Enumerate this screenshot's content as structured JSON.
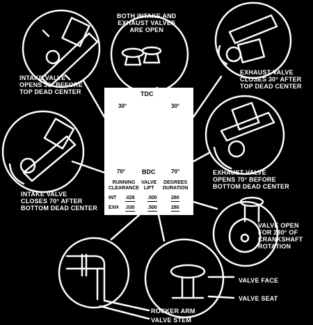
{
  "colors": {
    "background": "#000000",
    "ink": "#ffffff",
    "panel": "#ffffff",
    "panel_ink": "#000000"
  },
  "labels": {
    "both_open": "BOTH INTAKE AND\nEXHAUST VALVES\nARE OPEN",
    "intake_opens": "INTAKE VALVE\nOPENS 30° BEFORE\nTOP DEAD CENTER",
    "exhaust_closes": "EXHAUST VALVE\nCLOSES 30° AFTER\nTOP DEAD CENTER",
    "intake_closes": "INTAKE VALVE\nCLOSES 70° AFTER\nBOTTOM DEAD CENTER",
    "exhaust_opens": "EXHAUST VALVE\nOPENS 70° BEFORE\nBOTTOM DEAD CENTER",
    "valve_open_duration": "VALVE OPEN\nFOR 280° OF\nCRANKSHAFT\nROTATION",
    "valve_face": "VALVE FACE",
    "valve_seat": "VALVE SEAT",
    "rocker_arm": "ROCKER ARM",
    "valve_stem": "VALVE STEM"
  },
  "timing": {
    "tdc": "TDC",
    "bdc": "BDC",
    "angle_tl": "30°",
    "angle_tr": "30°",
    "angle_bl": "70°",
    "angle_br": "70°"
  },
  "table": {
    "headers": [
      "RUNNING\nCLEARANCE",
      "VALVE\nLIFT",
      "DEGREES\nDURATION"
    ],
    "rows": [
      {
        "name": "INT",
        "clearance": ".028",
        "lift": ".500",
        "duration": "280"
      },
      {
        "name": "EXH",
        "clearance": ".030",
        "lift": ".500",
        "duration": "280"
      }
    ]
  }
}
